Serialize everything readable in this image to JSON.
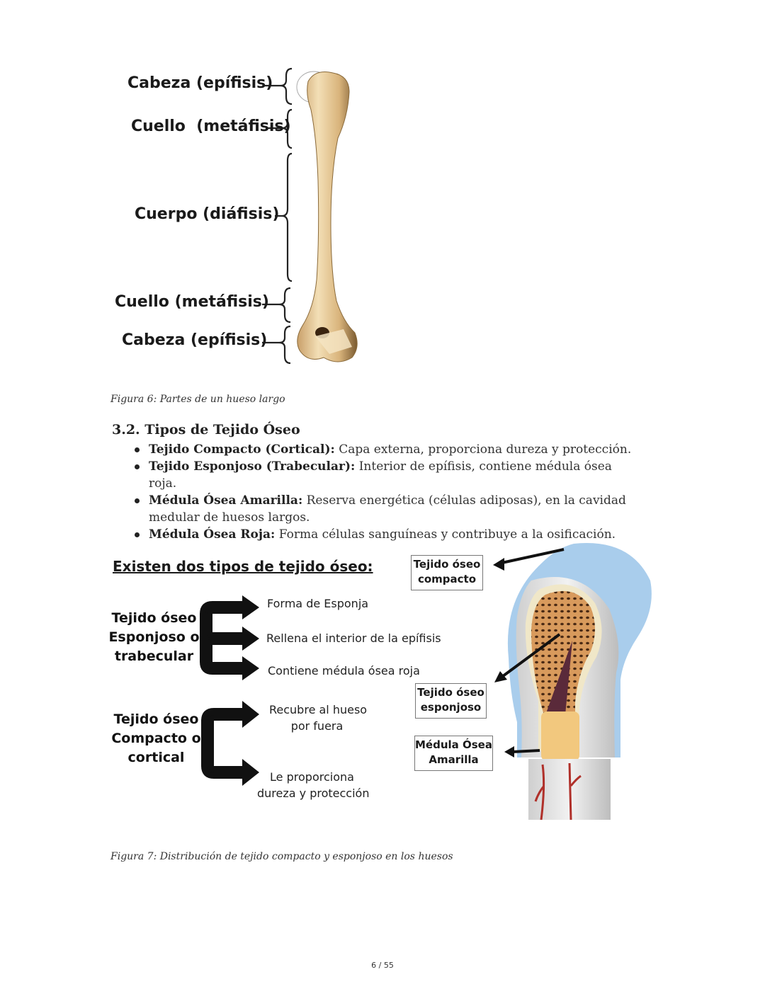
{
  "figure6": {
    "labels": [
      "Cabeza (epífisis)",
      "Cuello  (metáfisis)",
      "Cuerpo (diáfisis)",
      "Cuello (metáfisis)",
      "Cabeza (epífisis)"
    ],
    "caption": "Figura 6: Partes de un hueso largo"
  },
  "section": {
    "heading": "3.2. Tipos de Tejido Óseo",
    "bullets": [
      {
        "term": "Tejido Compacto (Cortical):",
        "text": " Capa externa, proporciona dureza y protección."
      },
      {
        "term": "Tejido Esponjoso (Trabecular):",
        "text": " Interior de epífisis, contiene médula ósea roja."
      },
      {
        "term": "Médula Ósea Amarilla:",
        "text": " Reserva energética (células adiposas), en la cavidad medular de huesos largos."
      },
      {
        "term": "Médula Ósea Roja:",
        "text": " Forma células sanguíneas y contribuye a la osificación."
      }
    ]
  },
  "figure7": {
    "title": "Existen dos tipos de tejido óseo:",
    "spongy": {
      "label_lines": [
        "Tejido óseo",
        "Esponjoso o",
        "trabecular"
      ],
      "items": [
        "Forma de Esponja",
        "Rellena el interior de la epífisis",
        "Contiene médula ósea roja"
      ]
    },
    "compact": {
      "label_lines": [
        "Tejido óseo",
        "Compacto o",
        "cortical"
      ],
      "items": [
        [
          "Recubre al hueso",
          "por fuera"
        ],
        [
          "Le proporciona",
          "dureza y protección"
        ]
      ]
    },
    "boxes": {
      "compacto": [
        "Tejido óseo",
        "compacto"
      ],
      "esponjoso": [
        "Tejido óseo",
        "esponjoso"
      ],
      "medula": [
        "Médula Ósea",
        "Amarilla"
      ]
    },
    "caption": "Figura 7: Distribución de tejido compacto y esponjoso en los huesos"
  },
  "footer": {
    "page": "6 / 55"
  }
}
